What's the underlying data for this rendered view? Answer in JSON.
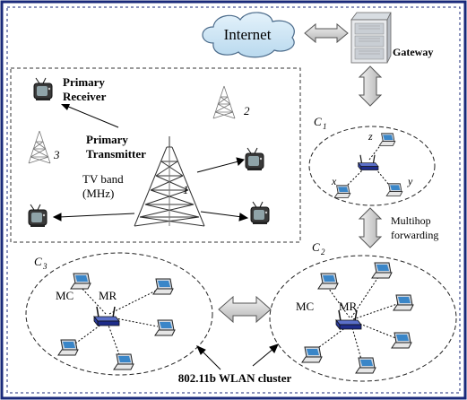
{
  "cloud": {
    "label": "Internet"
  },
  "gateway": {
    "label": "Gateway"
  },
  "primary": {
    "receiver_line1": "Primary",
    "receiver_line2": "Receiver",
    "transmitter_line1": "Primary",
    "transmitter_line2": "Transmitter",
    "tvband_line1": "TV band",
    "tvband_line2": "(MHz)",
    "tower_labels": [
      "1",
      "2",
      "3"
    ]
  },
  "clusters": {
    "c1": {
      "label": "C",
      "sub": "1",
      "nodes": [
        "x",
        "y",
        "z"
      ]
    },
    "c2": {
      "label": "C",
      "sub": "2",
      "mc": "MC",
      "mr": "MR"
    },
    "c3": {
      "label": "C",
      "sub": "3",
      "mc": "MC",
      "mr": "MR"
    }
  },
  "multihop": {
    "line1": "Multihop",
    "line2": "forwarding"
  },
  "wlan_caption": "802.11b WLAN cluster",
  "colors": {
    "frame": "#1a2a7a",
    "cloud_fill": "#cfe6f5",
    "arrow_fill": "#d9d9d9",
    "router": "#2a3a9a"
  }
}
